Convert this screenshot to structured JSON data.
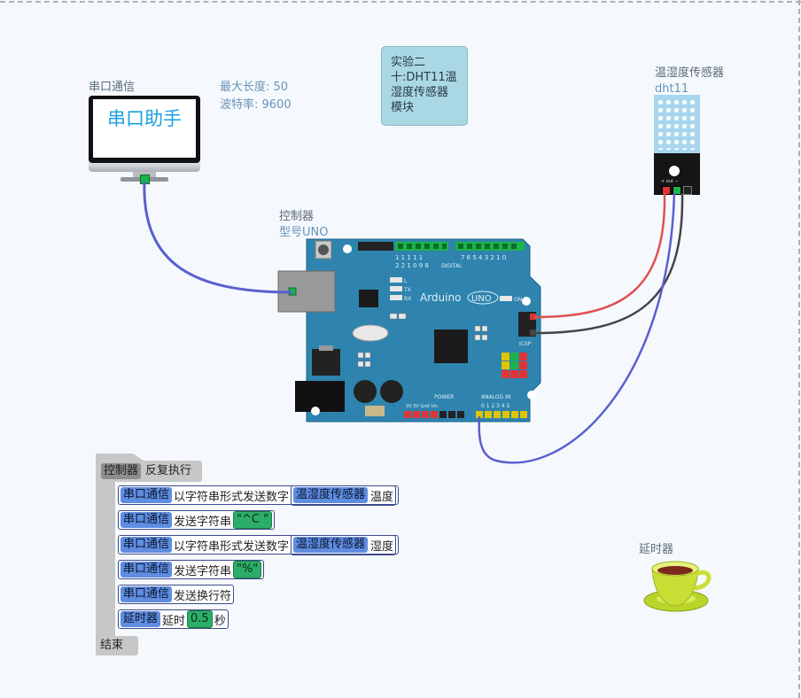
{
  "canvas": {
    "serial": {
      "name": "串口通信",
      "screen_text": "串口助手",
      "max_len": "最大长度: 50",
      "baud": "波特率: 9600"
    },
    "note": {
      "text": "实验二十:DHT11温湿度传感器模块"
    },
    "sensor": {
      "name": "温湿度传感器",
      "model": "dht11",
      "pin_label": "+ out −"
    },
    "controller": {
      "name": "控制器",
      "model": "型号UNO"
    },
    "board": {
      "brand": "Arduino",
      "model": "UNO",
      "digital": "DIGITAL",
      "power": "POWER",
      "analog": "ANALOG IN",
      "icsp": "ICSP",
      "on": "ON",
      "tx": "TX",
      "rx": "RX",
      "l": "L"
    },
    "delay": {
      "name": "延时器"
    }
  },
  "program": {
    "loop_object": "控制器",
    "loop_action": "反复执行",
    "end_label": "结束",
    "statements": [
      {
        "object": "串口通信",
        "action": "以字符串形式发送数字",
        "param_object": "温湿度传感器",
        "param_attr": "温度"
      },
      {
        "object": "串口通信",
        "action": "发送字符串",
        "value": "\"^C \""
      },
      {
        "object": "串口通信",
        "action": "以字符串形式发送数字",
        "param_object": "温湿度传感器",
        "param_attr": "湿度"
      },
      {
        "object": "串口通信",
        "action": "发送字符串",
        "value": "\"%\""
      },
      {
        "object": "串口通信",
        "action": "发送换行符"
      },
      {
        "object": "延时器",
        "action": "延时",
        "value": "0.5",
        "unit": "秒"
      }
    ]
  },
  "colors": {
    "wire_blue": "#5a5fd0",
    "wire_red": "#e05050",
    "wire_black": "#444444",
    "board": "#2e84ae",
    "note_bg": "#a9d8e4",
    "object_chip": "#5f8de0",
    "value_chip": "#2cae68"
  }
}
